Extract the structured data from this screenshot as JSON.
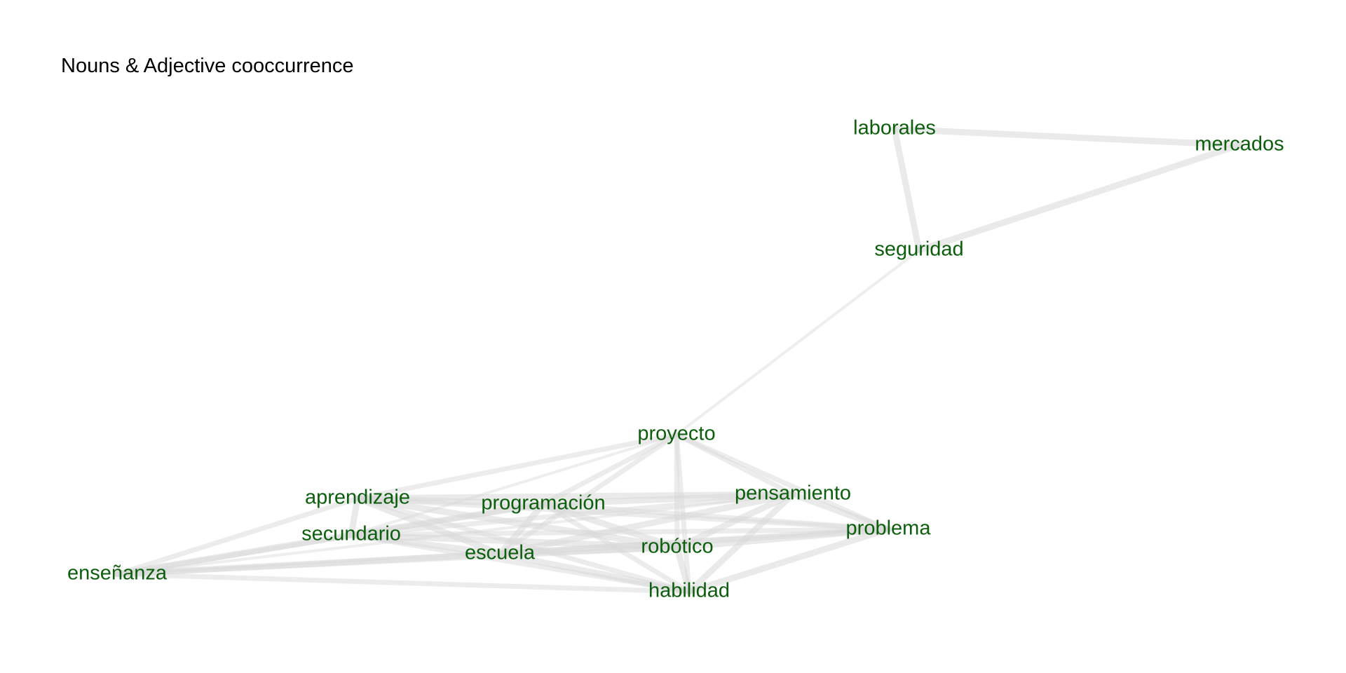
{
  "title": "Nouns & Adjective cooccurrence",
  "colors": {
    "node_label": "#0b5e0b",
    "edge": "#d9d9d9",
    "background": "#ffffff",
    "title": "#000000"
  },
  "nodes": [
    {
      "id": "laborales",
      "label": "laborales"
    },
    {
      "id": "mercados",
      "label": "mercados"
    },
    {
      "id": "seguridad",
      "label": "seguridad"
    },
    {
      "id": "proyecto",
      "label": "proyecto"
    },
    {
      "id": "aprendizaje",
      "label": "aprendizaje"
    },
    {
      "id": "programacion",
      "label": "programación"
    },
    {
      "id": "pensamiento",
      "label": "pensamiento"
    },
    {
      "id": "secundario",
      "label": "secundario"
    },
    {
      "id": "problema",
      "label": "problema"
    },
    {
      "id": "escuela",
      "label": "escuela"
    },
    {
      "id": "robotico",
      "label": "robótico"
    },
    {
      "id": "ensenanza",
      "label": "enseñanza"
    },
    {
      "id": "habilidad",
      "label": "habilidad"
    }
  ],
  "edges": [
    {
      "source": "laborales",
      "target": "mercados",
      "weight": 3
    },
    {
      "source": "laborales",
      "target": "seguridad",
      "weight": 3
    },
    {
      "source": "mercados",
      "target": "seguridad",
      "weight": 3
    },
    {
      "source": "seguridad",
      "target": "proyecto",
      "weight": 1
    },
    {
      "source": "proyecto",
      "target": "aprendizaje",
      "weight": 2
    },
    {
      "source": "proyecto",
      "target": "programacion",
      "weight": 2
    },
    {
      "source": "proyecto",
      "target": "secundario",
      "weight": 1
    },
    {
      "source": "proyecto",
      "target": "escuela",
      "weight": 2
    },
    {
      "source": "proyecto",
      "target": "robotico",
      "weight": 2
    },
    {
      "source": "proyecto",
      "target": "pensamiento",
      "weight": 2
    },
    {
      "source": "proyecto",
      "target": "problema",
      "weight": 2
    },
    {
      "source": "proyecto",
      "target": "habilidad",
      "weight": 2
    },
    {
      "source": "aprendizaje",
      "target": "programacion",
      "weight": 3
    },
    {
      "source": "aprendizaje",
      "target": "pensamiento",
      "weight": 3
    },
    {
      "source": "aprendizaje",
      "target": "secundario",
      "weight": 3
    },
    {
      "source": "aprendizaje",
      "target": "problema",
      "weight": 2
    },
    {
      "source": "aprendizaje",
      "target": "escuela",
      "weight": 3
    },
    {
      "source": "aprendizaje",
      "target": "robotico",
      "weight": 3
    },
    {
      "source": "aprendizaje",
      "target": "ensenanza",
      "weight": 2
    },
    {
      "source": "aprendizaje",
      "target": "habilidad",
      "weight": 2
    },
    {
      "source": "programacion",
      "target": "pensamiento",
      "weight": 3
    },
    {
      "source": "programacion",
      "target": "secundario",
      "weight": 3
    },
    {
      "source": "programacion",
      "target": "problema",
      "weight": 2
    },
    {
      "source": "programacion",
      "target": "escuela",
      "weight": 3
    },
    {
      "source": "programacion",
      "target": "robotico",
      "weight": 3
    },
    {
      "source": "programacion",
      "target": "ensenanza",
      "weight": 2
    },
    {
      "source": "programacion",
      "target": "habilidad",
      "weight": 2
    },
    {
      "source": "pensamiento",
      "target": "secundario",
      "weight": 2
    },
    {
      "source": "pensamiento",
      "target": "problema",
      "weight": 3
    },
    {
      "source": "pensamiento",
      "target": "escuela",
      "weight": 3
    },
    {
      "source": "pensamiento",
      "target": "robotico",
      "weight": 3
    },
    {
      "source": "pensamiento",
      "target": "habilidad",
      "weight": 3
    },
    {
      "source": "pensamiento",
      "target": "ensenanza",
      "weight": 1
    },
    {
      "source": "secundario",
      "target": "problema",
      "weight": 2
    },
    {
      "source": "secundario",
      "target": "escuela",
      "weight": 3
    },
    {
      "source": "secundario",
      "target": "robotico",
      "weight": 3
    },
    {
      "source": "secundario",
      "target": "ensenanza",
      "weight": 3
    },
    {
      "source": "secundario",
      "target": "habilidad",
      "weight": 2
    },
    {
      "source": "problema",
      "target": "escuela",
      "weight": 3
    },
    {
      "source": "problema",
      "target": "robotico",
      "weight": 3
    },
    {
      "source": "problema",
      "target": "habilidad",
      "weight": 3
    },
    {
      "source": "problema",
      "target": "ensenanza",
      "weight": 1
    },
    {
      "source": "escuela",
      "target": "robotico",
      "weight": 3
    },
    {
      "source": "escuela",
      "target": "ensenanza",
      "weight": 3
    },
    {
      "source": "escuela",
      "target": "habilidad",
      "weight": 3
    },
    {
      "source": "robotico",
      "target": "habilidad",
      "weight": 3
    },
    {
      "source": "robotico",
      "target": "ensenanza",
      "weight": 2
    },
    {
      "source": "ensenanza",
      "target": "habilidad",
      "weight": 2
    }
  ]
}
